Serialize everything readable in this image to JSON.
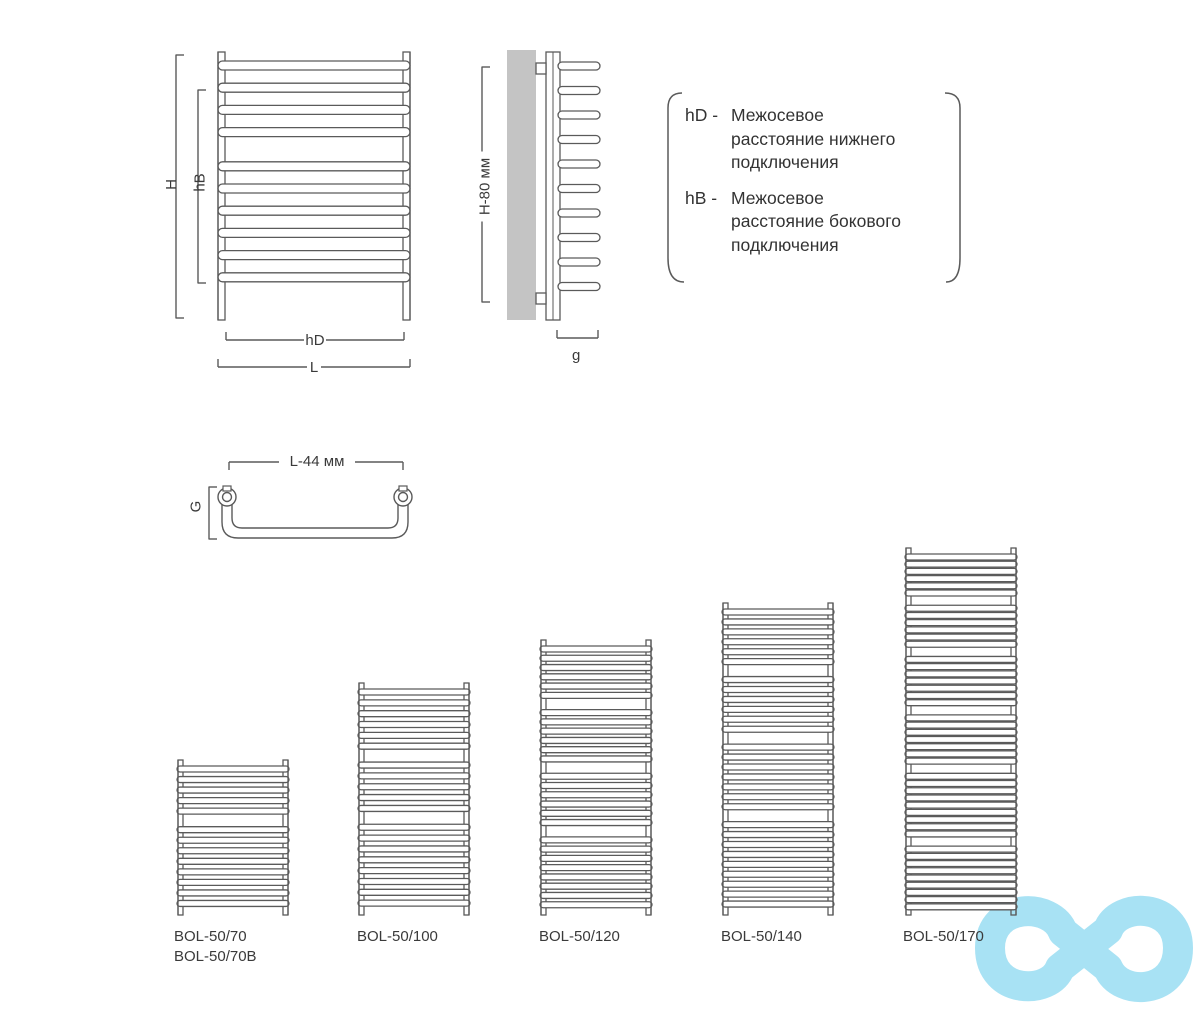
{
  "colors": {
    "line": "#5a5a5a",
    "wall": "#c4c4c4",
    "logo": "#a8e2f4"
  },
  "front_view": {
    "label_H": "H",
    "label_hB": "hB",
    "label_hD": "hD",
    "label_L": "L",
    "bar_groups": [
      4,
      6
    ]
  },
  "side_view": {
    "label_height": "H-80 мм",
    "label_g": "g",
    "bar_groups": [
      5,
      5
    ]
  },
  "top_view": {
    "label_length": "L-44 мм",
    "label_G": "G"
  },
  "legend": [
    {
      "key": "hD -",
      "lines": [
        "Межосевое",
        "расстояние нижнего",
        "подключения"
      ]
    },
    {
      "key": "hB -",
      "lines": [
        "Межосевое",
        "расстояние бокового",
        "подключения"
      ]
    }
  ],
  "models": [
    {
      "names": [
        "BOL-50/70",
        "BOL-50/70B"
      ],
      "bar_groups": [
        5,
        8
      ]
    },
    {
      "names": [
        "BOL-50/100"
      ],
      "bar_groups": [
        6,
        5,
        8
      ]
    },
    {
      "names": [
        "BOL-50/120"
      ],
      "bar_groups": [
        6,
        6,
        6,
        8
      ]
    },
    {
      "names": [
        "BOL-50/140"
      ],
      "bar_groups": [
        6,
        6,
        7,
        9
      ]
    },
    {
      "names": [
        "BOL-50/170"
      ],
      "bar_groups": [
        6,
        6,
        7,
        7,
        9,
        9
      ]
    }
  ],
  "logo_icon": "infinity-cd-logo-icon"
}
